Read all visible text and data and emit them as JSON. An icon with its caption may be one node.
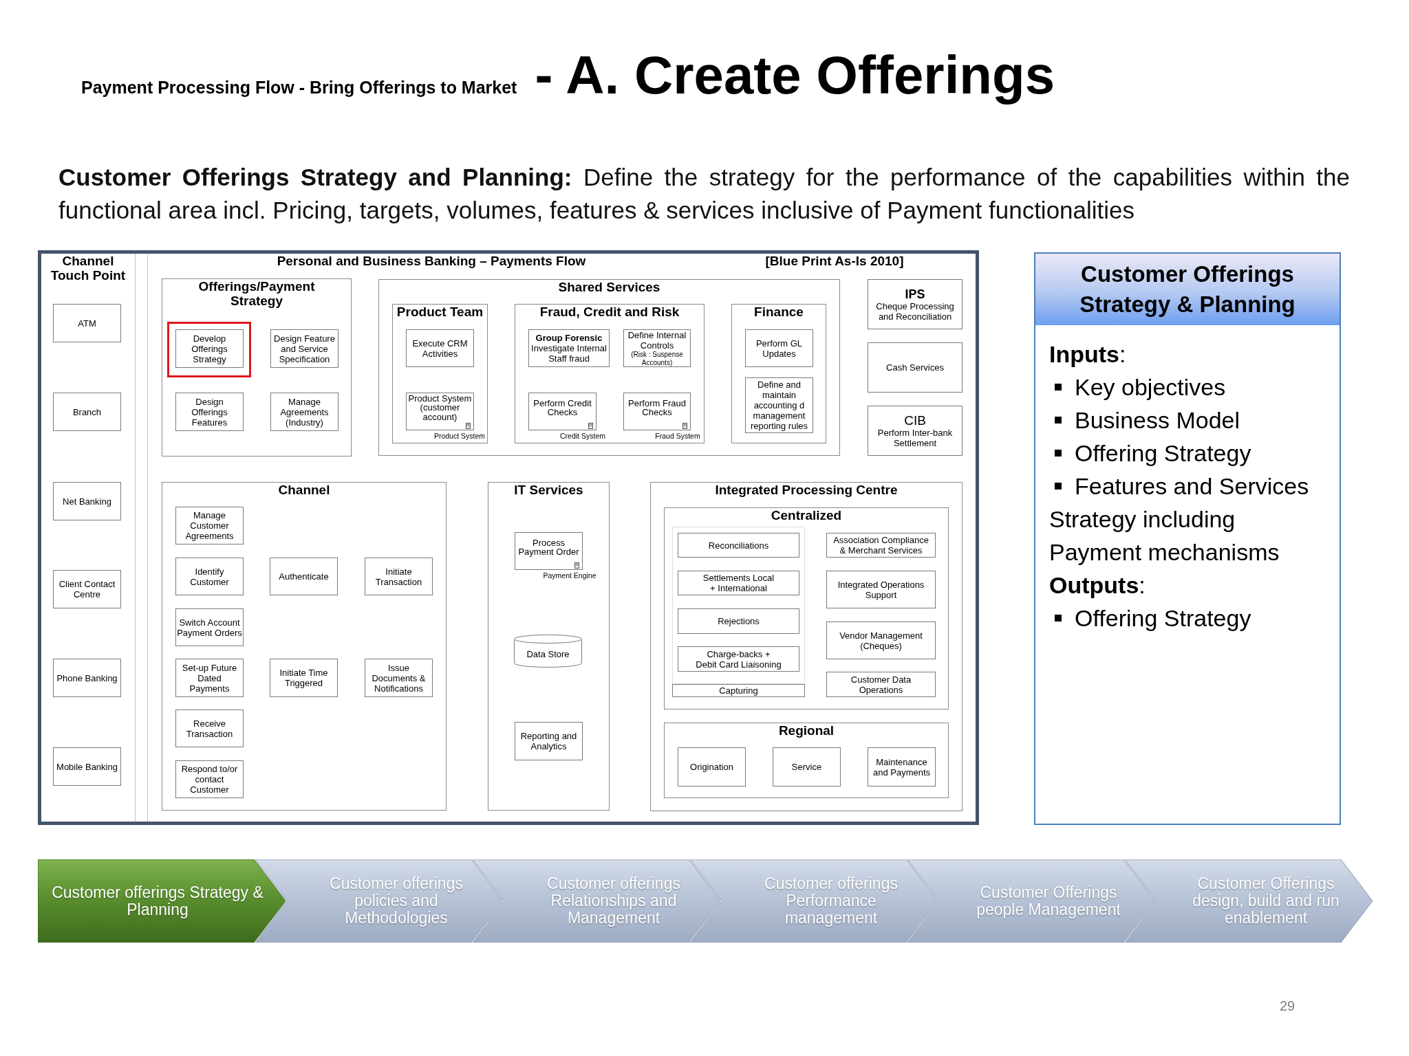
{
  "diagram": {
    "title": "- A. Create Offerings",
    "nodes": [
      {
        "text": [],
        "shape": "box"
      },
      {
        "text": [
          "Channel Touch Point"
        ],
        "in": 0
      },
      {
        "text": [
          "ATM"
        ],
        "in": 1
      },
      {
        "text": [
          "Branch"
        ],
        "in": 1
      },
      {
        "text": [
          "Net Banking"
        ],
        "in": 1
      },
      {
        "text": [
          "Client Contact Centre"
        ],
        "in": 1
      },
      {
        "text": [
          "Phone Banking"
        ],
        "in": 1
      },
      {
        "text": [
          "Mobile Banking"
        ],
        "in": 1
      },
      {
        "text": [
          "Personal and Business Banking – Payments Flow",
          "[Blue Print As-Is 2010]"
        ],
        "in": 0
      },
      {
        "text": [
          "Offerings/Payment Strategy"
        ],
        "in": 8
      },
      {
        "text": [],
        "shape": "box",
        "in": 9
      },
      {
        "text": [
          "Develop Offerings Strategy"
        ],
        "in": 10
      },
      {
        "text": [
          "Design Feature and Service Specification"
        ],
        "in": 9
      },
      {
        "text": [
          "Design Offerings Features"
        ],
        "in": 9
      },
      {
        "text": [
          "Manage Agreements (Industry)"
        ],
        "in": 9
      },
      {
        "text": [
          "Shared Services"
        ],
        "in": 8
      },
      {
        "text": [
          "Product Team"
        ],
        "in": 15
      },
      {
        "text": [
          "Execute CRM Activities"
        ],
        "in": 16
      },
      {
        "text": [
          "Product System (customer account)"
        ],
        "in": 16,
        "beside": [
          "Product System"
        ]
      },
      {
        "text": [
          "Fraud, Credit and Risk"
        ],
        "in": 15
      },
      {
        "text": [
          "Group Forensic",
          "Investigate Internal Staff fraud"
        ],
        "in": 19
      },
      {
        "text": [
          "Define Internal Controls",
          "(Risk : Suspense Accounts)"
        ],
        "in": 19
      },
      {
        "text": [
          "Perform Credit Checks"
        ],
        "in": 19,
        "beside": [
          "Credit System"
        ]
      },
      {
        "text": [
          "Perform Fraud Checks"
        ],
        "in": 19,
        "beside": [
          "Fraud System"
        ]
      },
      {
        "text": [
          "Finance"
        ],
        "in": 15
      },
      {
        "text": [
          "Perform GL Updates"
        ],
        "in": 24
      },
      {
        "text": [
          "Define and maintain accounting d management reporting rules"
        ],
        "in": 24
      },
      {
        "text": [
          "IPS",
          "Cheque Processing and Reconciliation"
        ],
        "in": 8
      },
      {
        "text": [
          "Cash Services"
        ],
        "in": 8
      },
      {
        "text": [
          "CIB",
          "Perform Inter-bank Settlement"
        ],
        "in": 8
      },
      {
        "text": [
          "Channel"
        ],
        "in": 8
      },
      {
        "text": [
          "Manage Customer Agreements"
        ],
        "in": 30
      },
      {
        "text": [
          "Identify Customer"
        ],
        "in": 30
      },
      {
        "text": [
          "Authenticate"
        ],
        "in": 30
      },
      {
        "text": [
          "Initiate Transaction"
        ],
        "in": 30
      },
      {
        "text": [
          "Switch Account Payment Orders"
        ],
        "in": 30
      },
      {
        "text": [
          "Set-up Future Dated Payments"
        ],
        "in": 30
      },
      {
        "text": [
          "Initiate Time Triggered"
        ],
        "in": 30
      },
      {
        "text": [
          "Issue Documents & Notifications"
        ],
        "in": 30
      },
      {
        "text": [
          "Receive Transaction"
        ],
        "in": 30
      },
      {
        "text": [
          "Respond to/or contact Customer"
        ],
        "in": 30
      },
      {
        "text": [
          "IT Services"
        ],
        "in": 8
      },
      {
        "text": [
          "Process Payment Order"
        ],
        "in": 41,
        "beside": [
          "Payment Engine"
        ]
      },
      {
        "text": [
          "Data Store"
        ],
        "in": 41
      },
      {
        "text": [
          "Reporting and Analytics"
        ],
        "in": 41
      },
      {
        "text": [
          "Integrated Processing Centre"
        ],
        "in": 8
      },
      {
        "text": [
          "Centralized"
        ],
        "in": 45
      },
      {
        "text": [],
        "shape": "box",
        "in": 46
      },
      {
        "text": [
          "Reconciliations"
        ],
        "in": 47
      },
      {
        "text": [
          "Settlements Local + International"
        ],
        "in": 47
      },
      {
        "text": [
          "Rejections"
        ],
        "in": 47
      },
      {
        "text": [
          "Charge-backs + Debit Card Liaisoning"
        ],
        "in": 47
      },
      {
        "text": [
          "Capturing"
        ],
        "in": 46
      },
      {
        "text": [
          "Association Compliance & Merchant Services"
        ],
        "in": 46
      },
      {
        "text": [
          "Integrated Operations Support"
        ],
        "in": 46
      },
      {
        "text": [
          "Vendor Management (Cheques)"
        ],
        "in": 46
      },
      {
        "text": [
          "Customer Data Operations"
        ],
        "in": 46
      },
      {
        "text": [
          "Regional"
        ],
        "in": 45
      },
      {
        "text": [
          "Origination"
        ],
        "in": 57
      },
      {
        "text": [
          "Service"
        ],
        "in": 57
      },
      {
        "text": [
          "Maintenance and Payments"
        ],
        "in": 57
      },
      {
        "text": [
          "Customer Offerings Strategy & Planning",
          "**Inputs**:",
          "Key objectives",
          "Business Model",
          "Offering Strategy",
          "Features and Services",
          "Strategy including Payment mechanisms",
          "**Outputs**:",
          "Offering Strategy"
        ]
      },
      {
        "text": [
          "Customer offerings Strategy & Planning"
        ]
      },
      {
        "text": [
          "Customer offerings policies and Methodologies"
        ]
      },
      {
        "text": [
          "Customer offerings Relationships and Management"
        ]
      },
      {
        "text": [
          "Customer offerings Performance management"
        ]
      },
      {
        "text": [
          "Customer Offerings people Management"
        ]
      },
      {
        "text": [
          "Customer Offerings design, build and run enablement"
        ]
      }
    ],
    "labels": [
      "Payment Processing Flow - Bring Offerings to Market",
      "**Customer Offerings Strategy and Planning:** Define the strategy for the performance of the capabilities within the functional area incl. Pricing, targets, volumes, features & services inclusive of Payment functionalities",
      "29"
    ]
  }
}
